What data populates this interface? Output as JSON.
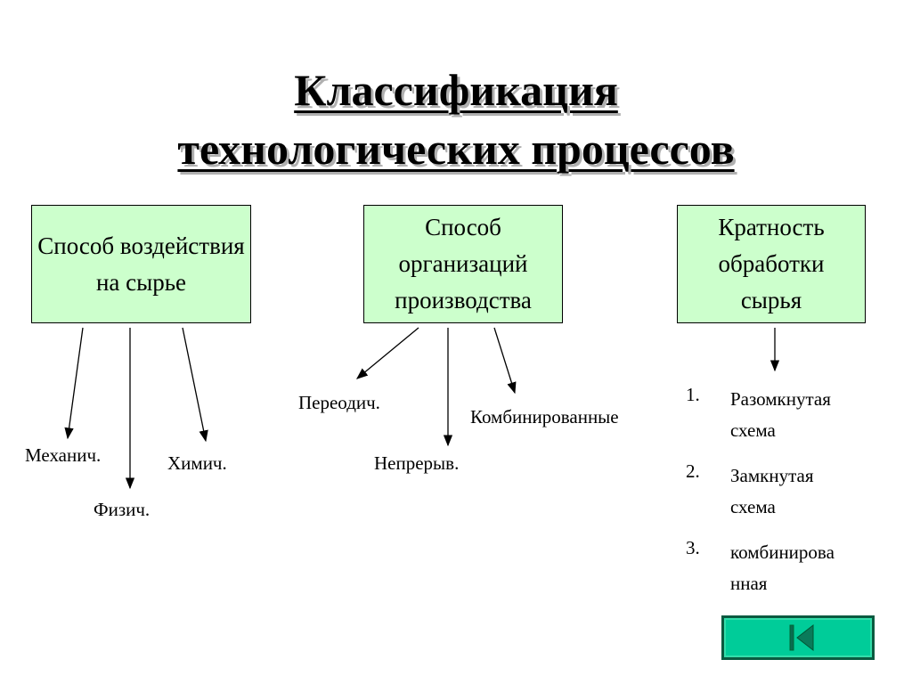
{
  "title": {
    "line1": "Классификация",
    "line2": "технологических процессов"
  },
  "boxes": [
    {
      "label": "Способ воздействия на сырье"
    },
    {
      "label": "Способ организаций производства"
    },
    {
      "label": "Кратность обработки сырья"
    }
  ],
  "impact": [
    "Механич.",
    "Физич.",
    "Химич."
  ],
  "organization": [
    "Переодич.",
    "Непрерыв.",
    "Комбинированные"
  ],
  "multiplicity": [
    {
      "num": "1.",
      "line1": "Разомкнутая",
      "line2": "схема"
    },
    {
      "num": "2.",
      "line1": "Замкнутая",
      "line2": "схема"
    },
    {
      "num": "3.",
      "line1": "комбинирова",
      "line2": "нная"
    }
  ],
  "nav": {
    "icon": "first-slide-icon",
    "color": "#00cc99"
  }
}
